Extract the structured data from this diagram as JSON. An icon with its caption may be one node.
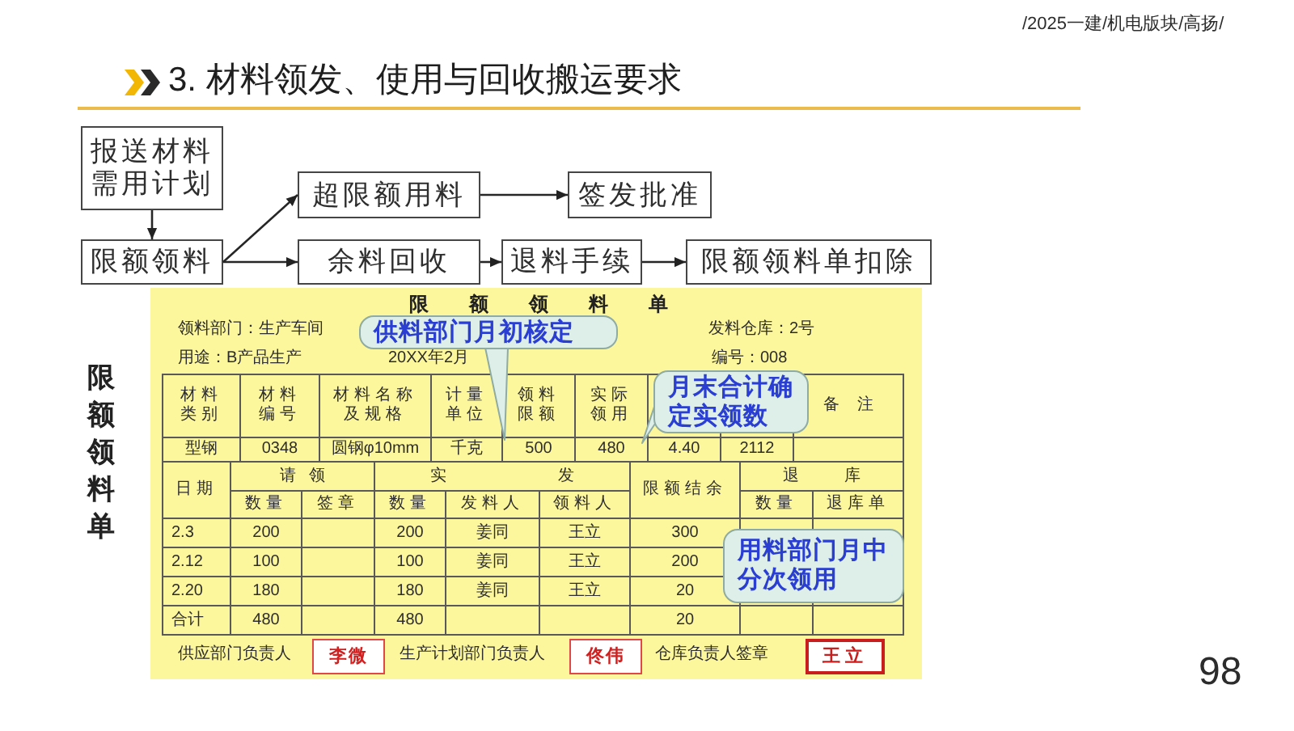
{
  "diagram": {
    "title": "3. 材料领发、使用与回收搬运要求",
    "nodes": [
      {
        "text": [
          "报送材料需用计划"
        ]
      },
      {
        "text": [
          "限额领料"
        ]
      },
      {
        "text": [
          "超限额用料"
        ]
      },
      {
        "text": [
          "签发批准"
        ]
      },
      {
        "text": [
          "余料回收"
        ]
      },
      {
        "text": [
          "退料手续"
        ]
      },
      {
        "text": [
          "限额领料单扣除"
        ]
      },
      {
        "text": [
          "限额领料单"
        ]
      },
      {
        "text": [
          "供料部门月初核定"
        ],
        "in": 7
      },
      {
        "text": [
          "月末合计确定实领数"
        ],
        "in": 7
      },
      {
        "text": [
          "用料部门月中分次领用"
        ],
        "in": 7
      },
      {
        "text": [
          "李微"
        ],
        "in": 7
      },
      {
        "text": [
          "佟伟"
        ],
        "in": 7
      },
      {
        "text": [
          "王立"
        ],
        "in": 7
      }
    ],
    "edges": [
      {
        "from": 0,
        "to": 1,
        "arrow": "to"
      },
      {
        "from": 1,
        "to": 2,
        "arrow": "to"
      },
      {
        "from": 2,
        "to": 3,
        "arrow": "to"
      },
      {
        "from": 1,
        "to": 4,
        "arrow": "to"
      },
      {
        "from": 4,
        "to": 5,
        "arrow": "to"
      },
      {
        "from": 5,
        "to": 6,
        "arrow": "to"
      },
      {
        "from": 8,
        "to": null,
        "arrow": "to",
        "color": "#8eaba4"
      },
      {
        "from": 9,
        "to": null,
        "arrow": "to",
        "color": "#8eaba4"
      }
    ],
    "labels": [
      "/2025一建/机电版块/高扬/",
      "限额领料单",
      "领料部门：生产车间",
      "发料仓库：2号",
      "用途：B产品生产",
      "20XX年2月",
      "编号：008",
      "材料类别",
      "材料编号",
      "材料名称及规格",
      "计量单位",
      "领料限额",
      "实际领用",
      "备注",
      "型钢",
      "0348",
      "圆钢φ10mm",
      "千克",
      "500",
      "480",
      "4.40",
      "2112",
      "日期",
      "请领",
      "实发",
      "限额结余",
      "退库",
      "数量",
      "签章",
      "数量",
      "发料人",
      "领料人",
      "数量",
      "退库单",
      "2.3",
      "200",
      "200",
      "姜同",
      "王立",
      "300",
      "2.12",
      "100",
      "100",
      "姜同",
      "王立",
      "200",
      "2.20",
      "180",
      "180",
      "姜同",
      "王立",
      "20",
      "合计",
      "480",
      "480",
      "20",
      "供应部门负责人",
      "生产计划部门负责人",
      "仓库负责人签章",
      "98"
    ]
  }
}
